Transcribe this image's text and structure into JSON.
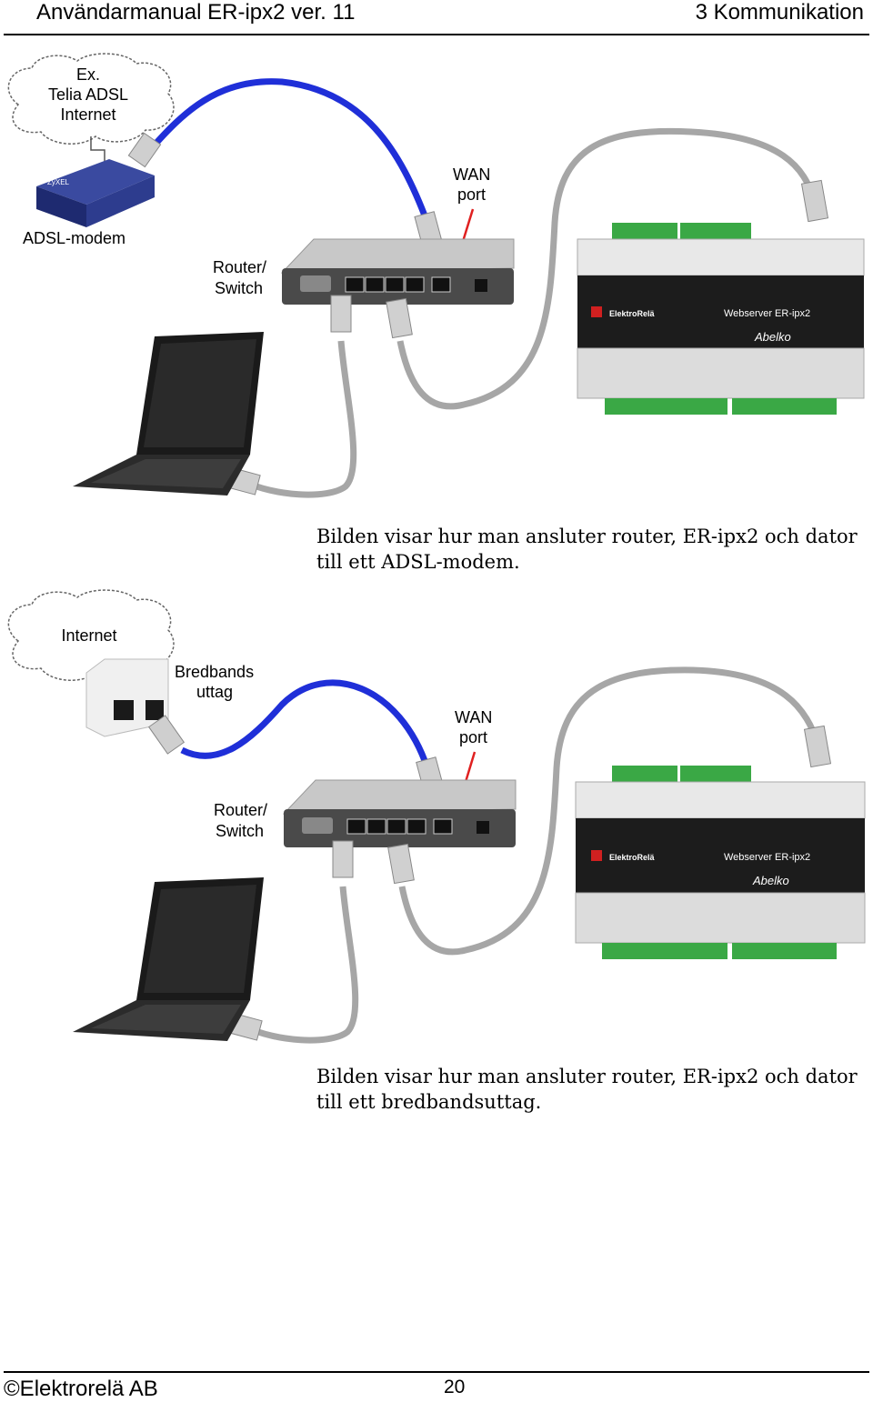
{
  "header": {
    "left": "Användarmanual ER-ipx2 ver. 11",
    "right": "3 Kommunikation"
  },
  "figure1": {
    "cloud_label": [
      "Ex.",
      "Telia ADSL",
      "Internet"
    ],
    "modem_label": "ADSL-modem",
    "wan_label": [
      "WAN",
      "port"
    ],
    "router_label": [
      "Router/",
      "Switch"
    ],
    "device_brand": "ElektroRelä",
    "device_model": "Webserver ER-ipx2",
    "device_logo": "Abelko"
  },
  "caption1": "Bilden visar hur man ansluter router, ER-ipx2 och dator till ett ADSL-modem.",
  "figure2": {
    "cloud_label": [
      "Internet"
    ],
    "socket_label": [
      "Bredbands",
      "uttag"
    ],
    "wan_label": [
      "WAN",
      "port"
    ],
    "router_label": [
      "Router/",
      "Switch"
    ],
    "device_brand": "ElektroRelä",
    "device_model": "Webserver ER-ipx2",
    "device_logo": "Abelko"
  },
  "caption2": "Bilden visar hur man ansluter router, ER-ipx2 och dator till ett bredbandsuttag.",
  "footer": {
    "left": "©Elektrorelä AB",
    "page": "20"
  },
  "colors": {
    "blue_cable": "#1f2fd8",
    "grey_cable": "#a6a6a6",
    "arrow": "#e02020",
    "terminal_green": "#3aa845"
  }
}
